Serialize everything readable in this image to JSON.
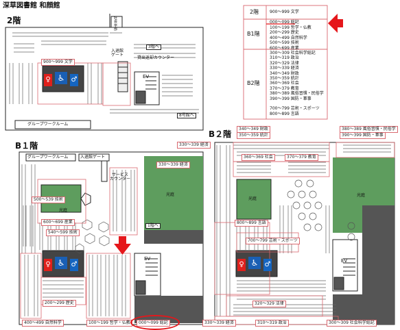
{
  "header": {
    "title": "深草図書館 和顔館"
  },
  "floors": {
    "f2": {
      "name": "2階",
      "labels": {
        "section_900": "900〜999 文学",
        "entrance": "入退館\nゲート",
        "counter": "貸出返却カウンター",
        "to_3f": "3階へ",
        "to_bldg8": "8号館へ",
        "group_work": "グループワークルーム",
        "dept": "社\n会\n学\n部",
        "ev": "EV"
      }
    },
    "b1": {
      "name": "B１階",
      "labels": {
        "group_work": "グループワークルーム",
        "entrance_gate": "入退館ゲート",
        "service": "サービス\nカウンター",
        "s330": "330〜339 経済",
        "s500": "500〜539 技術",
        "s600": "600〜699 産業",
        "s540": "540〜599 技術",
        "to_1f": "1階へ",
        "ev": "EV",
        "s200": "200〜299 歴史",
        "s400": "400〜499 自然科学",
        "s100": "100〜199 哲学・仏教",
        "s000": "000〜099 総記",
        "light_well": "光庭"
      }
    },
    "b2": {
      "name": "B２階",
      "labels": {
        "s340": "340〜349 財政",
        "s350": "350〜359 統計",
        "s380": "380〜389 風俗習慣・民俗学",
        "s390": "390〜399 国防・軍事",
        "s330": "330〜339 経済",
        "s360": "360〜369 社会",
        "s370": "370〜379 教育",
        "s800": "800〜899 言語",
        "s700": "700〜799 芸術・スポーツ",
        "ev": "EV",
        "s320": "320〜329 法律",
        "s330b": "330〜339 経済",
        "s310": "310〜319 政治",
        "s300": "300〜309 社会科学総記",
        "light_well": "光庭"
      }
    }
  },
  "legend": {
    "rows": [
      {
        "floor": "2階",
        "items": "900〜999 文学"
      },
      {
        "floor": "B1階",
        "items": "000〜099 総記\n100〜199 哲学・仏教\n200〜299 歴史\n400〜499 自然科学\n500〜599 技術\n600〜699 産業"
      },
      {
        "floor": "B2階",
        "items": "300〜309 社会科学総記\n310〜319 政治\n320〜329 法律\n330〜339 経済\n340〜349 財政\n350〜359 統計\n360〜369 社会\n370〜379 教育\n380〜389 風俗習慣・民俗学\n390〜399 国防・軍事\n\n700〜799 芸術・スポーツ\n800〜899 言語"
      }
    ]
  },
  "colors": {
    "accent_red": "#e5171b",
    "wc_female": "#e0201c",
    "wc_male": "#1565c0",
    "wc_accessible": "#1a5fb4",
    "section_border": "#d9686f",
    "light_well": "#5e9d5e"
  },
  "icons": [
    "arrow-down-icon",
    "toilet-female-icon",
    "toilet-male-icon",
    "accessible-icon"
  ]
}
